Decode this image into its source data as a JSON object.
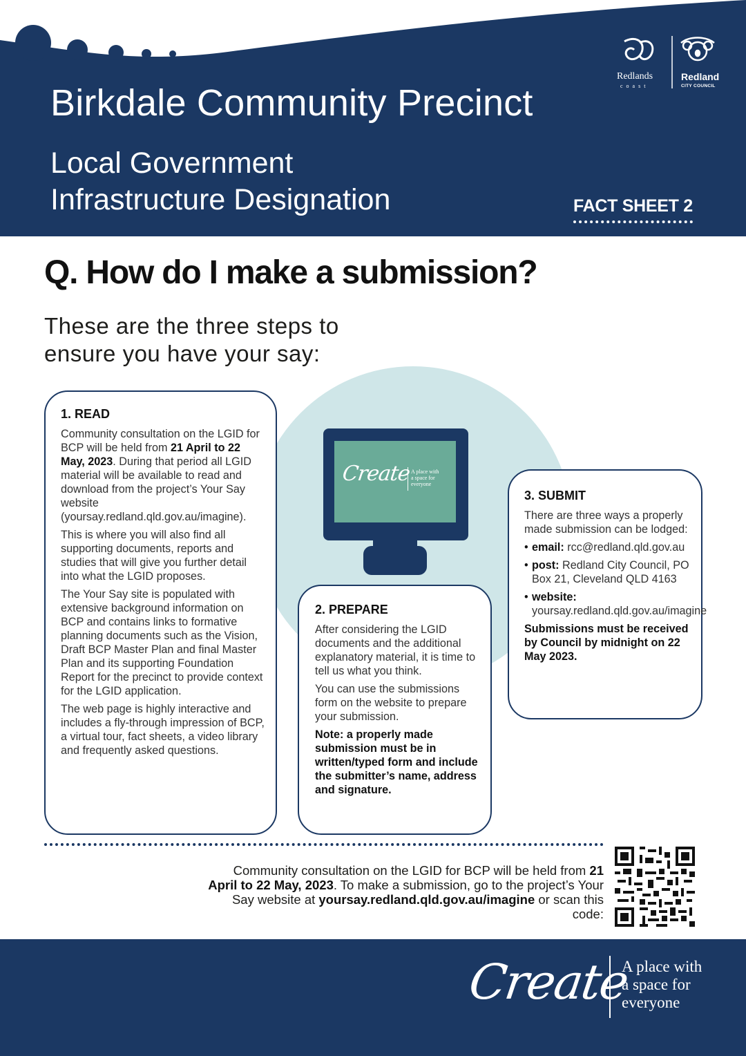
{
  "header": {
    "title": "Birkdale Community Precinct",
    "subtitle_line1": "Local Government",
    "subtitle_line2": "Infrastructure Designation",
    "fact_sheet": "FACT SHEET 2",
    "logo_left_name": "Redlands",
    "logo_left_sub": "coast",
    "logo_right_name": "Redland",
    "logo_right_sub": "CITY COUNCIL"
  },
  "question": "Q. How do I make a submission?",
  "intro_line1": "These are the three steps to",
  "intro_line2": "ensure you have your say:",
  "monitor": {
    "word": "Create",
    "tagline_1": "A place with",
    "tagline_2": "a space for",
    "tagline_3": "everyone"
  },
  "read": {
    "heading": "1. READ",
    "p1_before": "Community consultation on the LGID for BCP will be held from ",
    "p1_bold": "21 April to 22 May, 2023",
    "p1_after": ". During that period all LGID material will be available to read and download from the project’s Your Say website (yoursay.redland.qld.gov.au/imagine).",
    "p2": "This is where you will also find all supporting documents, reports and studies that will give you further detail into what the LGID proposes.",
    "p3": "The Your Say site is populated with extensive background information on BCP and contains links to formative planning documents such as the Vision, Draft BCP Master Plan and final Master Plan and its supporting Foundation Report for the precinct to provide context for the LGID application.",
    "p4": "The web page is highly interactive and includes a fly-through impression of BCP, a virtual tour, fact sheets, a video library and frequently asked questions."
  },
  "prepare": {
    "heading": "2. PREPARE",
    "p1": "After considering the LGID documents and the additional explanatory material, it is time to tell us what you think.",
    "p2": "You can use the submissions form on the website to prepare your submission.",
    "note": "Note: a properly made submission must be in written/typed form and include the submitter’s name, address and signature."
  },
  "submit": {
    "heading": "3. SUBMIT",
    "intro": "There are three ways a properly made submission can be lodged:",
    "items": [
      {
        "label": "email:",
        "value": " rcc@redland.qld.gov.au"
      },
      {
        "label": "post:",
        "value": " Redland City Council, PO Box 21, Cleveland QLD 4163"
      },
      {
        "label": "website:",
        "value": " yoursay.redland.qld.gov.au/imagine"
      }
    ],
    "deadline": "Submissions must be received by Council by midnight on 22 May 2023."
  },
  "footnote": {
    "t1": "Community consultation on the LGID for BCP will be held from ",
    "b1": "21 April to 22 May, 2023",
    "t2": ". To make a submission, go to the project’s Your Say website at ",
    "b2": "yoursay.redland.qld.gov.au/imagine",
    "t3": " or scan this code:"
  },
  "footer": {
    "word": "Create",
    "tag_line1": "A place with",
    "tag_line2": "a space for",
    "tag_line3": "everyone"
  },
  "colors": {
    "navy": "#1b3863",
    "light_teal": "#cfe6e8",
    "screen_green": "#6aab98"
  }
}
